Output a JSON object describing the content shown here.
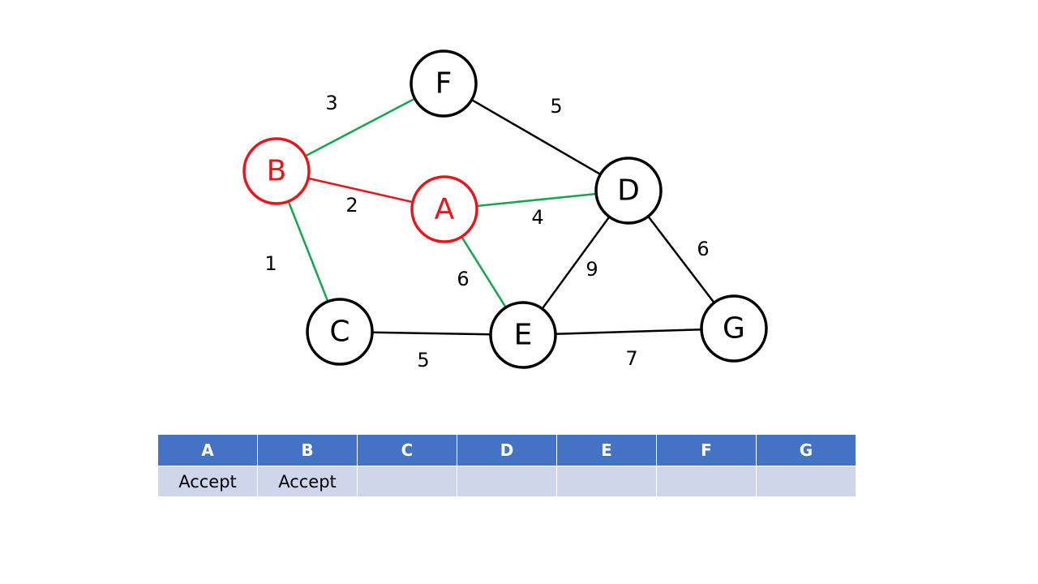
{
  "colors": {
    "visited": "#e8161a",
    "default": "#000000",
    "candidate_edge": "#14a650",
    "table_header_bg": "#4472c4",
    "table_cell_bg": "#cfd5ea"
  },
  "graph": {
    "nodes": [
      {
        "id": "A",
        "label": "A",
        "state": "visited"
      },
      {
        "id": "B",
        "label": "B",
        "state": "visited"
      },
      {
        "id": "C",
        "label": "C",
        "state": "default"
      },
      {
        "id": "D",
        "label": "D",
        "state": "default"
      },
      {
        "id": "E",
        "label": "E",
        "state": "default"
      },
      {
        "id": "F",
        "label": "F",
        "state": "default"
      },
      {
        "id": "G",
        "label": "G",
        "state": "default"
      }
    ],
    "edges": [
      {
        "from": "B",
        "to": "F",
        "weight": "3",
        "state": "candidate"
      },
      {
        "from": "F",
        "to": "D",
        "weight": "5",
        "state": "default"
      },
      {
        "from": "B",
        "to": "A",
        "weight": "2",
        "state": "visited"
      },
      {
        "from": "A",
        "to": "D",
        "weight": "4",
        "state": "candidate"
      },
      {
        "from": "B",
        "to": "C",
        "weight": "1",
        "state": "candidate"
      },
      {
        "from": "A",
        "to": "E",
        "weight": "6",
        "state": "candidate"
      },
      {
        "from": "D",
        "to": "E",
        "weight": "9",
        "state": "default"
      },
      {
        "from": "D",
        "to": "G",
        "weight": "6",
        "state": "default"
      },
      {
        "from": "C",
        "to": "E",
        "weight": "5",
        "state": "default"
      },
      {
        "from": "E",
        "to": "G",
        "weight": "7",
        "state": "default"
      }
    ]
  },
  "table": {
    "headers": [
      "A",
      "B",
      "C",
      "D",
      "E",
      "F",
      "G"
    ],
    "values": [
      "Accept",
      "Accept",
      "",
      "",
      "",
      "",
      ""
    ]
  }
}
